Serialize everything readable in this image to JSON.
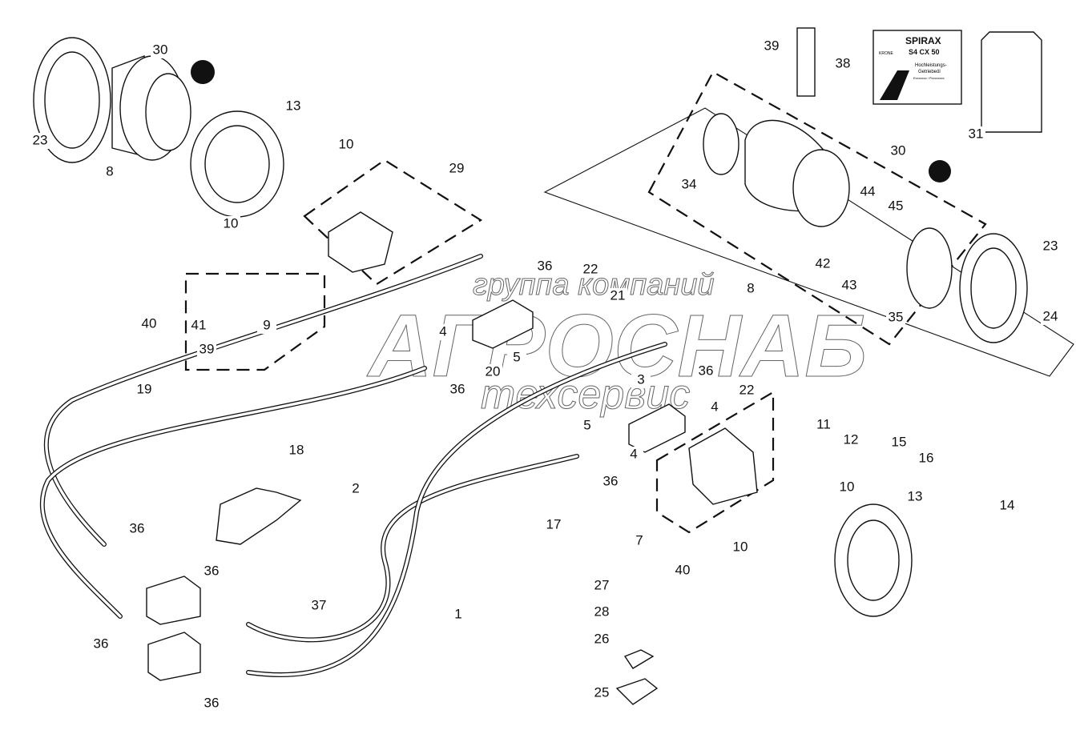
{
  "diagram": {
    "callouts": [
      "30",
      "23",
      "8",
      "13",
      "10",
      "10",
      "29",
      "40",
      "41",
      "9",
      "39",
      "36",
      "22",
      "21",
      "4",
      "5",
      "20",
      "36",
      "19",
      "18",
      "3",
      "36",
      "22",
      "5",
      "4",
      "4",
      "36",
      "2",
      "1",
      "17",
      "7",
      "40",
      "10",
      "10",
      "11",
      "12",
      "15",
      "16",
      "13",
      "14",
      "27",
      "28",
      "26",
      "25",
      "36",
      "36",
      "37",
      "36",
      "36",
      "39",
      "38",
      "31",
      "30",
      "34",
      "44",
      "45",
      "42",
      "43",
      "35",
      "23",
      "24",
      "8"
    ],
    "oil_label": {
      "brand": "SPIRAX",
      "grade": "S4 CX 50",
      "line1": "Hochleistungs-",
      "line2": "Getriebeöl",
      "line3": "Exxxxxxx / Pxxxxxxxx",
      "logo": "KRONE"
    },
    "watermark": {
      "line1": "группа компаний",
      "line2": "АГРОСНАБ",
      "line3": "техсервис"
    },
    "colors": {
      "ink": "#111111",
      "background": "#ffffff"
    }
  }
}
